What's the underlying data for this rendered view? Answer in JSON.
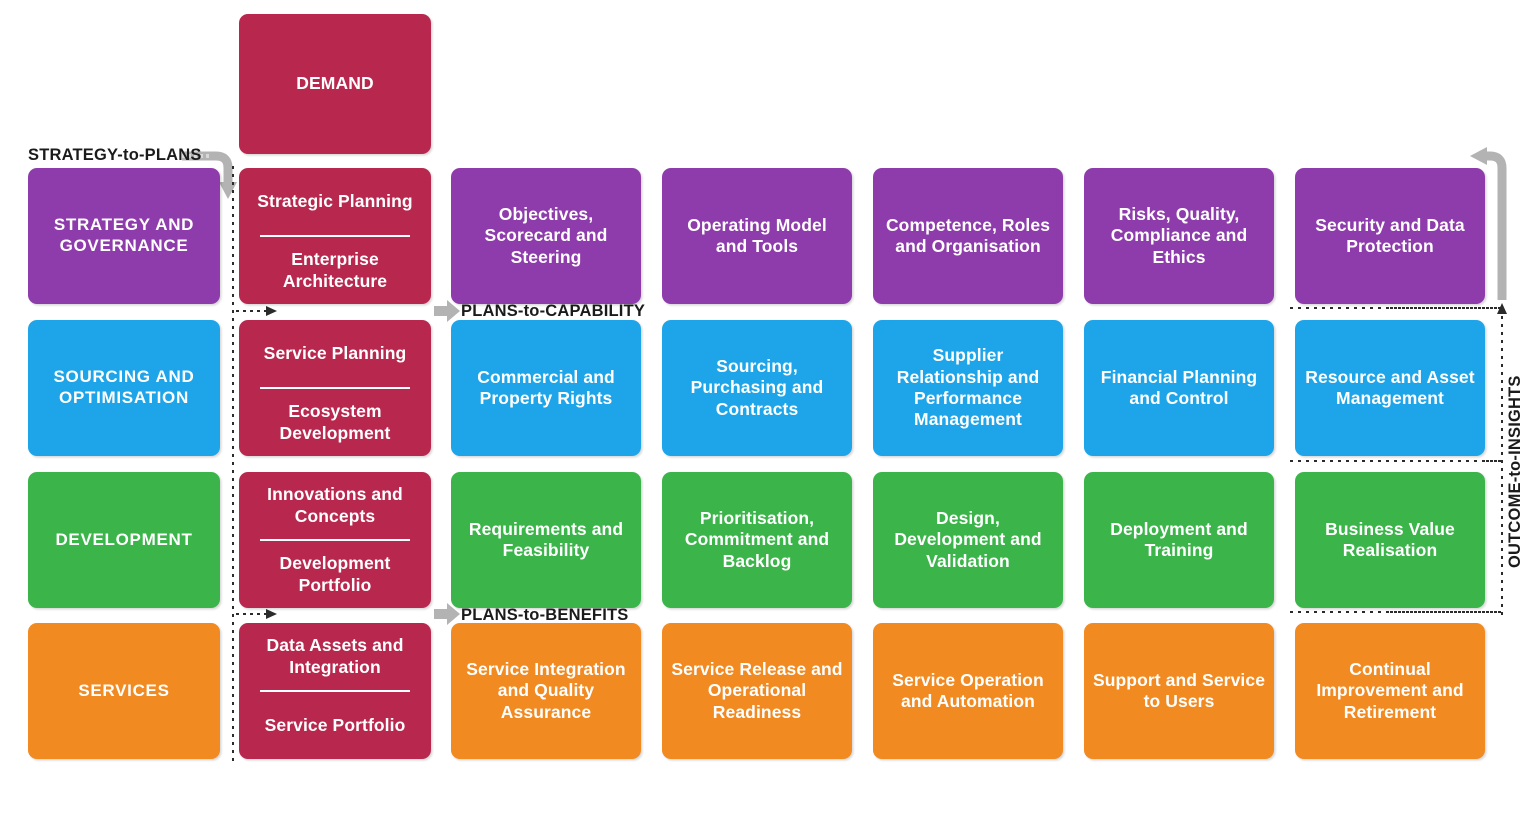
{
  "diagram": {
    "title_boxes": {
      "demand": "DEMAND"
    },
    "colors": {
      "crimson": "#b8284e",
      "purple": "#8e3cab",
      "blue": "#1ea5e9",
      "green": "#3bb54a",
      "orange": "#f18a21",
      "arrow_gray": "#b3b3b3",
      "text_dark": "#1b1b1b",
      "white": "#ffffff"
    },
    "flow_labels": {
      "strategy_to_plans": "STRATEGY-to-PLANS",
      "plans_to_capability": "PLANS-to-CAPABILITY",
      "plans_to_benefits": "PLANS-to-BENEFITS",
      "outcome_to_insights": "OUTCOME-to-INSIGHTS"
    },
    "rows": [
      {
        "id": "strategy",
        "category": "STRATEGY AND GOVERNANCE",
        "color": "purple",
        "planning": {
          "top": "Strategic Planning",
          "bottom": "Enterprise Architecture"
        },
        "cells": [
          "Objectives, Scorecard and Steering",
          "Operating Model and Tools",
          "Competence, Roles and Organisation",
          "Risks, Quality, Compliance and Ethics",
          "Security and Data Protection"
        ]
      },
      {
        "id": "sourcing",
        "category": "SOURCING AND OPTIMISATION",
        "color": "blue",
        "planning": {
          "top": "Service Planning",
          "bottom": "Ecosystem Development"
        },
        "cells": [
          "Commercial and Property Rights",
          "Sourcing, Purchasing and Contracts",
          "Supplier Relationship and Performance Management",
          "Financial Planning and Control",
          "Resource and Asset Management"
        ]
      },
      {
        "id": "development",
        "category": "DEVELOPMENT",
        "color": "green",
        "planning": {
          "top": "Innovations and Concepts",
          "bottom": "Development Portfolio"
        },
        "cells": [
          "Requirements and Feasibility",
          "Prioritisation, Commitment and Backlog",
          "Design, Development and Validation",
          "Deployment and Training",
          "Business Value Realisation"
        ]
      },
      {
        "id": "services",
        "category": "SERVICES",
        "color": "orange",
        "planning": {
          "top": "Data Assets and Integration",
          "bottom": "Service Portfolio"
        },
        "cells": [
          "Service Integration and Quality Assurance",
          "Service Release and Operational Readiness",
          "Service Operation and Automation",
          "Support and Service to Users",
          "Continual Improvement and Retirement"
        ]
      }
    ]
  }
}
